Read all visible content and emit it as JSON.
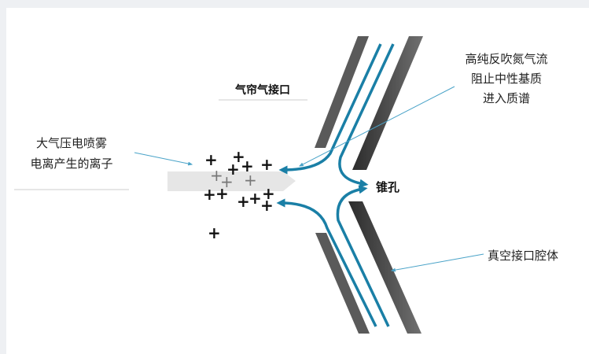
{
  "labels": {
    "curtain_gas_interface": "气帘气接口",
    "ions_line1": "大气压电喷雾",
    "ions_line2": "电离产生的离子",
    "nitrogen_line1": "高纯反吹氮气流",
    "nitrogen_line2": "阻止中性基质",
    "nitrogen_line3": "进入质谱",
    "cone_orifice": "锥孔",
    "vacuum_chamber": "真空接口腔体"
  },
  "ion_symbol": "+",
  "colors": {
    "flow_blue": "#1a7fa6",
    "plate_dark": "#444444",
    "plate_mid": "#6a6a6a",
    "ion_beam": "#e6e6e6",
    "pointer_line": "#4aa3c8"
  }
}
